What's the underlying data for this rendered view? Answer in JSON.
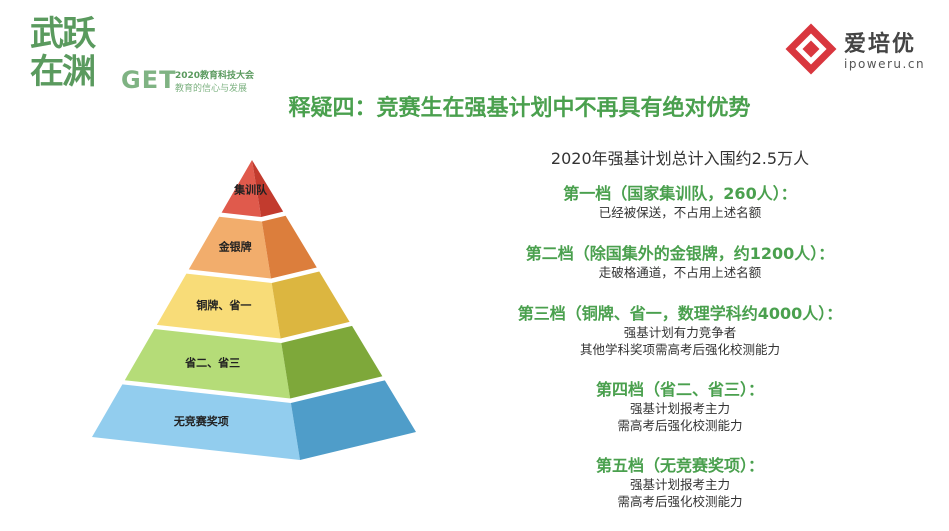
{
  "logo_left": {
    "brush_text": "武跃在渊",
    "brand": "GET",
    "conference": "2020教育科技大会",
    "slogan": "教育的信心与发展"
  },
  "logo_right": {
    "brand": "爱培优",
    "url": "ipoweru.cn",
    "color": "#d9363e"
  },
  "title": "释疑四：竞赛生在强基计划中不再具有绝对优势",
  "summary": "2020年强基计划总计入围约2.5万人",
  "pyramid": [
    {
      "label": "集训队",
      "front": "#e05a4c",
      "side": "#c23b2e"
    },
    {
      "label": "金银牌",
      "front": "#f2ad6c",
      "side": "#dc7e3c"
    },
    {
      "label": "铜牌、省一",
      "front": "#f8dc78",
      "side": "#dcb640"
    },
    {
      "label": "省二、省三",
      "front": "#b5dc78",
      "side": "#7ea83a"
    },
    {
      "label": "无竞赛奖项",
      "front": "#92cdee",
      "side": "#4f9dc9"
    }
  ],
  "levels": [
    {
      "title": "第一档（国家集训队，260人）：",
      "lines": [
        "已经被保送，不占用上述名额"
      ]
    },
    {
      "title": "第二档（除国集外的金银牌，约1200人）：",
      "lines": [
        "走破格通道，不占用上述名额"
      ]
    },
    {
      "title": "第三档（铜牌、省一，数理学科约4000人）：",
      "lines": [
        "强基计划有力竞争者",
        "其他学科奖项需高考后强化校测能力"
      ]
    },
    {
      "title": "第四档（省二、省三）：",
      "lines": [
        "强基计划报考主力",
        "需高考后强化校测能力"
      ]
    },
    {
      "title": "第五档（无竞赛奖项）：",
      "lines": [
        "强基计划报考主力",
        "需高考后强化校测能力"
      ]
    }
  ]
}
